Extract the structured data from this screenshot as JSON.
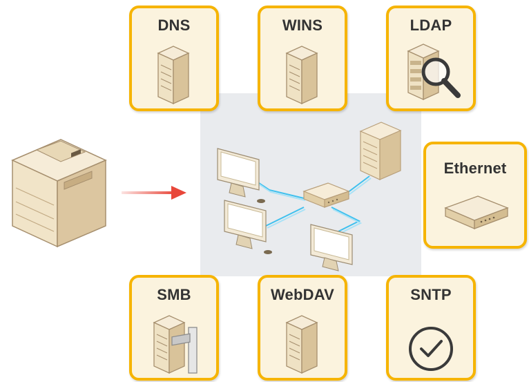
{
  "cards": {
    "dns": {
      "label": "DNS",
      "icon": "server-icon"
    },
    "wins": {
      "label": "WINS",
      "icon": "server-icon"
    },
    "ldap": {
      "label": "LDAP",
      "icon": "directory-search-icon"
    },
    "ethernet": {
      "label": "Ethernet",
      "icon": "ethernet-hub-icon"
    },
    "smb": {
      "label": "SMB",
      "icon": "server-share-icon"
    },
    "webdav": {
      "label": "WebDAV",
      "icon": "server-icon"
    },
    "sntp": {
      "label": "SNTP",
      "icon": "clock-icon"
    }
  },
  "colors": {
    "card_border": "#f6b400",
    "card_fill": "#fbf3de",
    "network_cable": "#3fc0ee",
    "arrow": "#e8473a",
    "network_area": "#e9ebee"
  }
}
